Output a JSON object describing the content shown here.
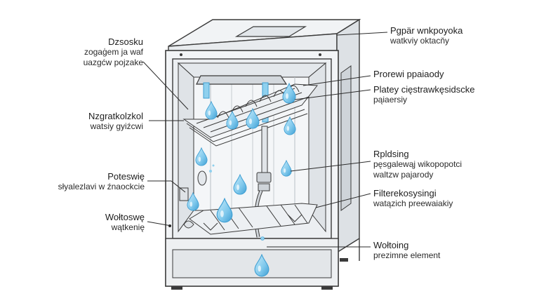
{
  "colors": {
    "outline": "#3a3a3a",
    "panel": "#eef0f2",
    "panel_dark": "#d9dde1",
    "water": "#8fd0ee",
    "water_dark": "#3f9fd3",
    "background": "#ffffff"
  },
  "labels_left": [
    {
      "title": "Dzsosku",
      "sub": [
        "zogaģem ja waf",
        "uazgćw pojzake"
      ]
    },
    {
      "title": "Nzgratkolzkol",
      "sub": [
        "watsiy gyiźcwi"
      ]
    },
    {
      "title": "Poteswię",
      "sub": [
        "słyalezlavi w źnaockcie"
      ]
    },
    {
      "title": "Wołtoswę",
      "sub": [
        "wątkenię"
      ]
    }
  ],
  "labels_right": [
    {
      "title": "Pgpär wnkpoyoka",
      "sub": [
        "watkviy oktacňy"
      ]
    },
    {
      "title": "Prorewi ppaiaody",
      "sub": []
    },
    {
      "title": "Platey cięstrawkęsidscke",
      "sub": [
        "pąiaersiy"
      ]
    },
    {
      "title": "Rpldsing",
      "sub": [
        "pęsgalewąj wikopopotci",
        "waltzw pajarody"
      ]
    },
    {
      "title": "Filterekosysingi",
      "sub": [
        "watązich preewaiakiy"
      ]
    },
    {
      "title": "Wołtoing",
      "sub": [
        "prezimne element"
      ]
    }
  ]
}
